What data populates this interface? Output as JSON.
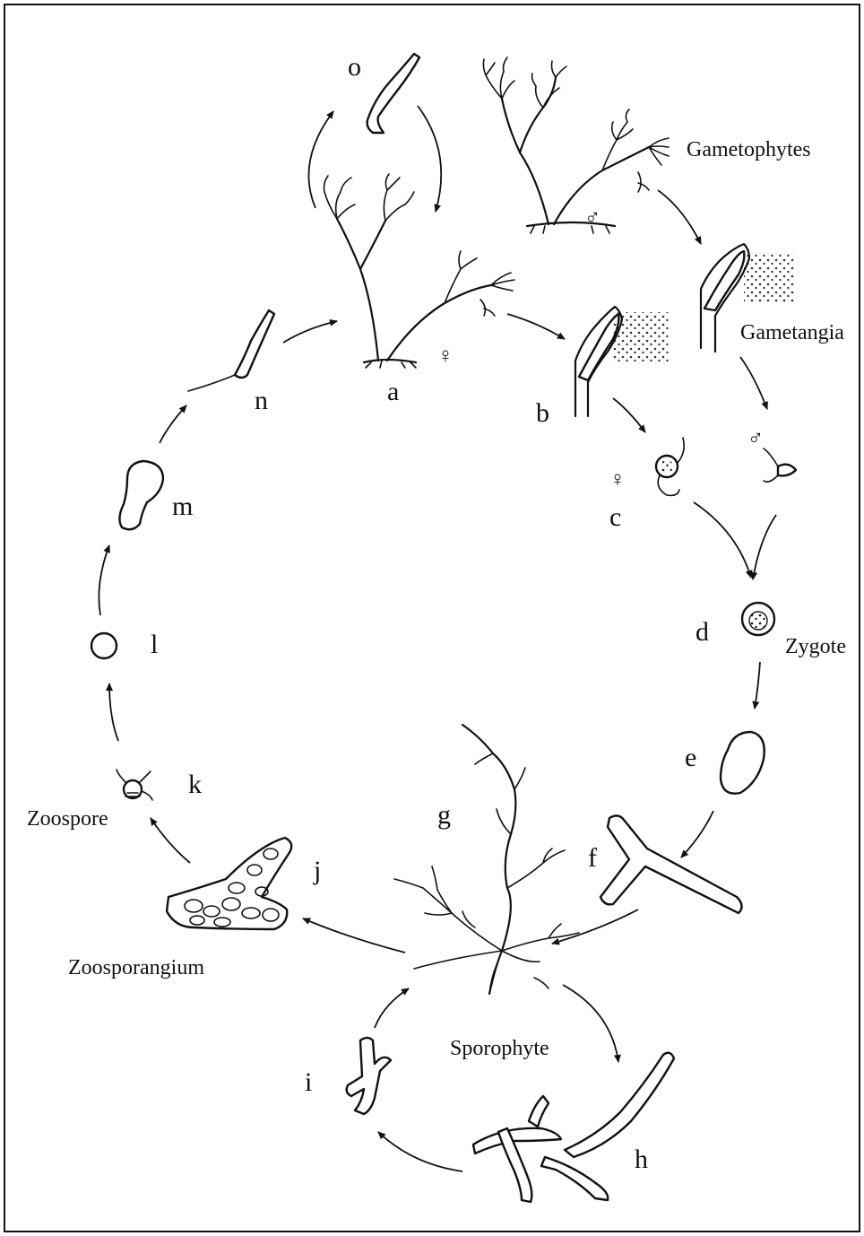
{
  "letters": {
    "a": "a",
    "b": "b",
    "c": "c",
    "d": "d",
    "e": "e",
    "f": "f",
    "g": "g",
    "h": "h",
    "i": "i",
    "j": "j",
    "k": "k",
    "l": "l",
    "m": "m",
    "n": "n",
    "o": "o"
  },
  "terms": {
    "gametophytes": "Gametophytes",
    "gametangia": "Gametangia",
    "zygote": "Zygote",
    "zoospore": "Zoospore",
    "zoosporangium": "Zoosporangium",
    "sporophyte": "Sporophyte"
  },
  "symbols": {
    "female": "♀",
    "male": "♂"
  }
}
